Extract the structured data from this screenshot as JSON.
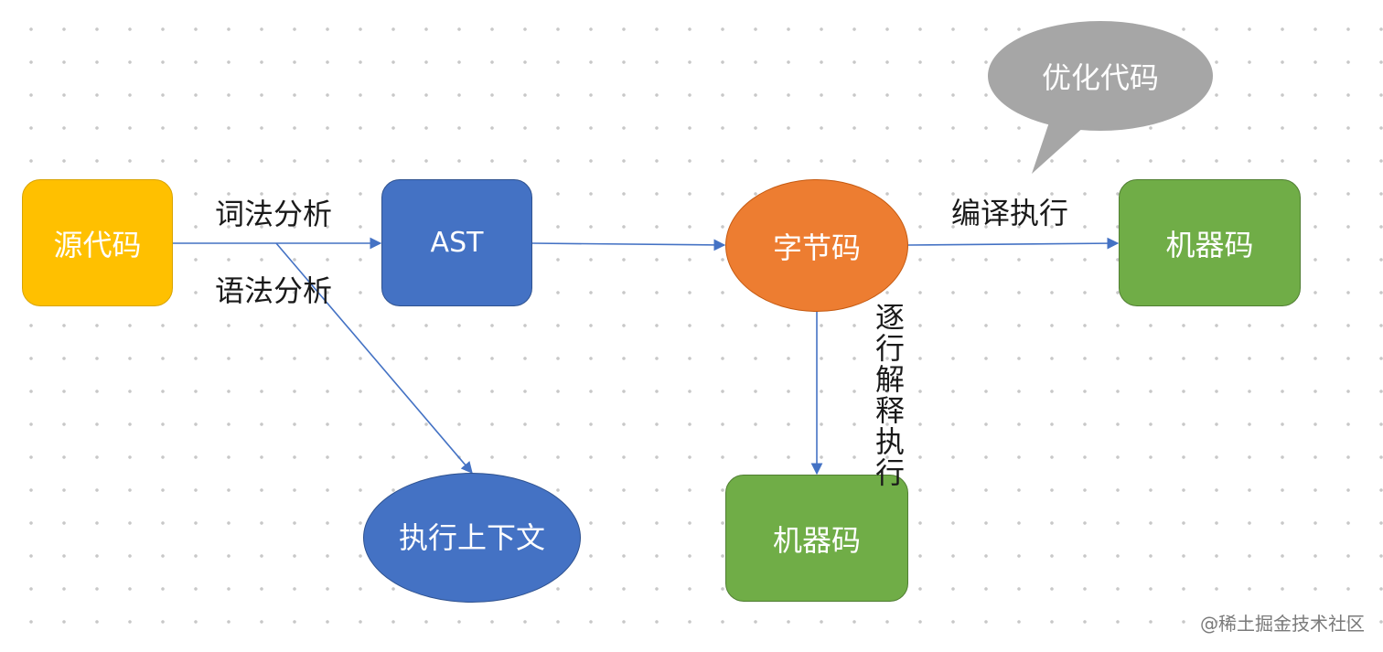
{
  "nodes": {
    "source_code": "源代码",
    "ast": "AST",
    "bytecode": "字节码",
    "machine_code_compiled": "机器码",
    "machine_code_interpreted": "机器码",
    "execution_context": "执行上下文",
    "optimize_code": "优化代码"
  },
  "edge_labels": {
    "lexical_analysis": "词法分析",
    "syntax_analysis": "语法分析",
    "compile_execute": "编译执行",
    "interpret_line_by_line": "逐行解释执行"
  },
  "watermark": "@稀土掘金技术社区",
  "colors": {
    "source": "#ffc000",
    "ast": "#4472c4",
    "bytecode": "#ed7d31",
    "machine": "#70ad47",
    "context": "#4472c4",
    "callout": "#a6a6a6",
    "arrow": "#4472c4"
  }
}
